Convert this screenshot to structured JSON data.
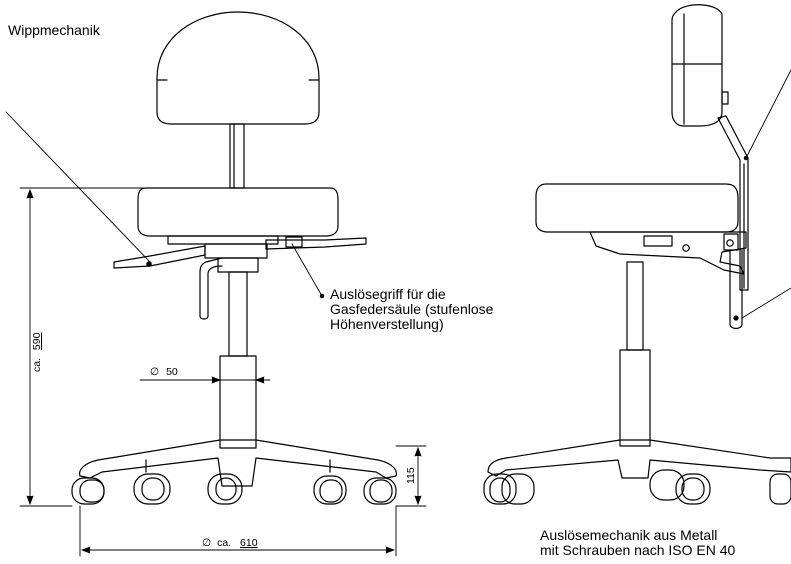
{
  "labels": {
    "rocker": "Wippmechanik",
    "trigger_line1": "Auslösegriff für die",
    "trigger_line2": "Gasfedersäule (stufenlose",
    "trigger_line3": "Höhenverstellung)",
    "release_line1": "Auslösemechanik aus Metall",
    "release_line2": "mit Schrauben nach ISO EN 40"
  },
  "dimensions": {
    "height": {
      "prefix": "ca.",
      "value": "590"
    },
    "column": {
      "symbol": "∅",
      "value": "50"
    },
    "base_height": {
      "value": "115"
    },
    "base_diameter": {
      "symbol": "∅",
      "prefix": "ca.",
      "value": "610"
    }
  },
  "colors": {
    "stroke": "#000000",
    "fill": "#ffffff"
  }
}
